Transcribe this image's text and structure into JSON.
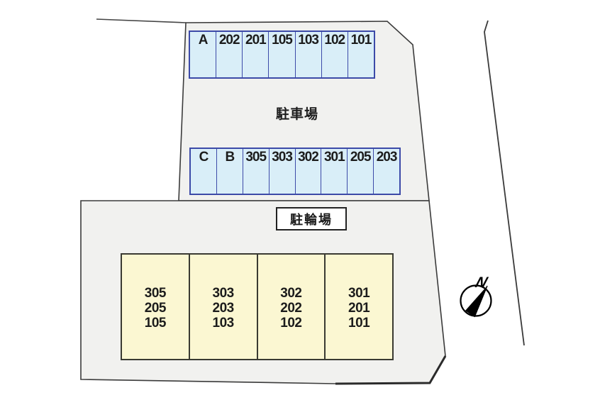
{
  "carpark": {
    "label": "駐車場"
  },
  "bikepark": {
    "label": "駐輪場"
  },
  "row_a": {
    "cells": [
      "A",
      "202",
      "201",
      "105",
      "103",
      "102",
      "101"
    ]
  },
  "row_b": {
    "cells": [
      "C",
      "B",
      "305",
      "303",
      "302",
      "301",
      "205",
      "203"
    ]
  },
  "rooms": {
    "cells": [
      {
        "lines": [
          "305",
          "205",
          "105"
        ]
      },
      {
        "lines": [
          "303",
          "203",
          "103"
        ]
      },
      {
        "lines": [
          "302",
          "202",
          "102"
        ]
      },
      {
        "lines": [
          "301",
          "201",
          "101"
        ]
      }
    ]
  },
  "compass": {
    "label": "N"
  },
  "colors": {
    "plot_fill": "#f1f1ef",
    "stall_fill": "#d9eef8",
    "stall_border": "#3c4aa8",
    "room_fill": "#fbf7d2",
    "room_border": "#3a3a32",
    "outline": "#3b3b3b"
  }
}
